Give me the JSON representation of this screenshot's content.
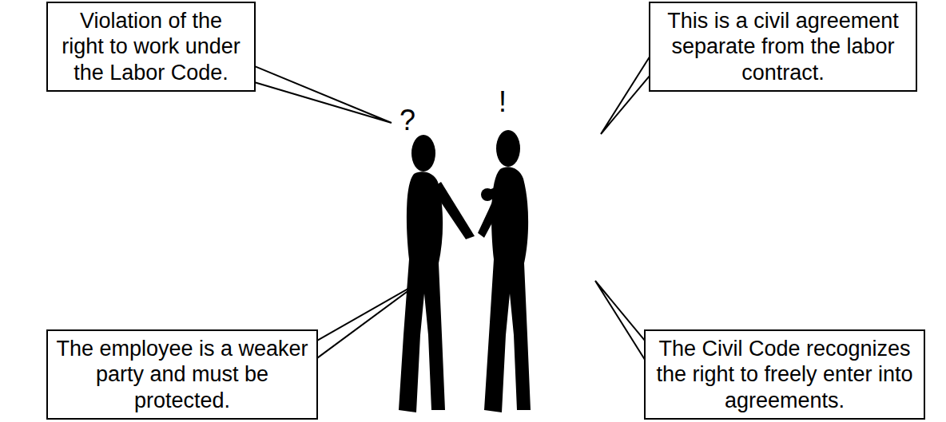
{
  "diagram": {
    "nodes": [
      {
        "text": [
          "Violation of the right to work under the Labor Code."
        ]
      },
      {
        "text": [
          "This is a civil agreement separate from the labor contract."
        ]
      },
      {
        "text": [
          "The employee is a weaker party and must be protected."
        ]
      },
      {
        "text": [
          "The Civil Code recognizes the right to freely enter into agreements."
        ]
      }
    ],
    "labels": [
      "?",
      "!"
    ]
  }
}
